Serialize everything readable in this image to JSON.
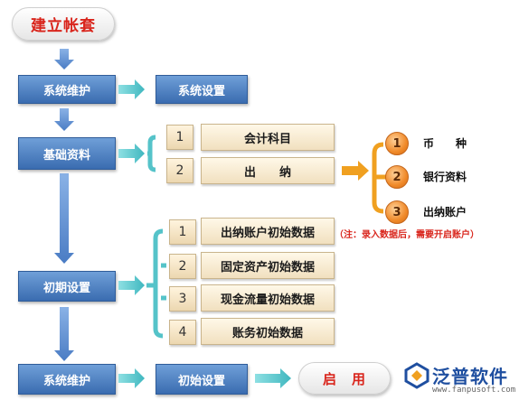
{
  "start": "建立帐套",
  "steps": {
    "maintain1": "系统维护",
    "basic": "基础资料",
    "initial": "初期设置",
    "maintain2": "系统维护"
  },
  "system_setting": "系统设置",
  "basic_items": [
    {
      "num": "1",
      "label": "会计科目"
    },
    {
      "num": "2",
      "label": "出　　纳"
    }
  ],
  "cashier_items": [
    {
      "num": "1",
      "label": "币　　种"
    },
    {
      "num": "2",
      "label": "银行资料"
    },
    {
      "num": "3",
      "label": "出纳账户"
    }
  ],
  "note": "（注：录入数据后，需要开启账户）",
  "initial_items": [
    {
      "num": "1",
      "label": "出纳账户初始数据"
    },
    {
      "num": "2",
      "label": "固定资产初始数据"
    },
    {
      "num": "3",
      "label": "现金流量初始数据"
    },
    {
      "num": "4",
      "label": "账务初始数据"
    }
  ],
  "initial_setting": "初始设置",
  "enable": "启　用",
  "logo": {
    "name": "泛普软件",
    "url": "www.fanpusoft.com"
  },
  "colors": {
    "blue": "#3a6cb0",
    "arrow_blue": "#5b8fd6",
    "arrow_teal": "#55c3c9",
    "arrow_orange": "#f0a020",
    "red": "#d9251c"
  }
}
